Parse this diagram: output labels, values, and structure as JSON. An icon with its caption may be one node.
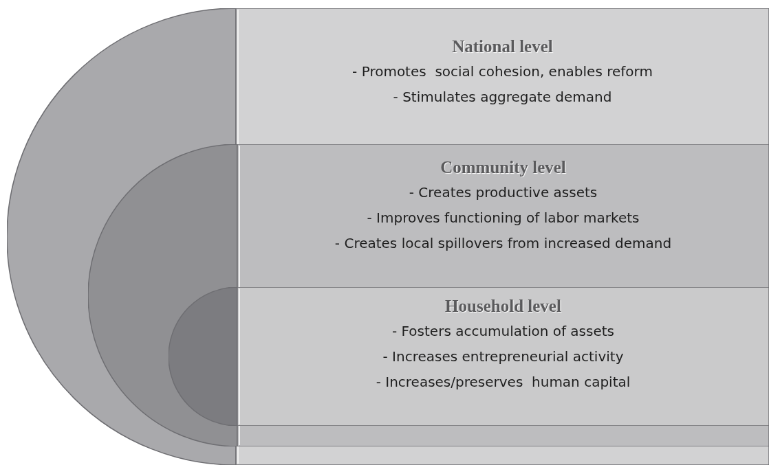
{
  "diagram": {
    "nodes": [
      {
        "text": [
          "National level",
          "- Promotes  social cohesion, enables reform",
          "- Stimulates aggregate demand"
        ]
      },
      {
        "text": [
          "Community level",
          "- Creates productive assets",
          "- Improves functioning of labor markets",
          "- Creates local spillovers from increased demand"
        ],
        "in": 0
      },
      {
        "text": [
          "Household level",
          "- Fosters accumulation of assets",
          "- Increases entrepreneurial activity",
          "- Increases/preserves  human capital"
        ],
        "in": 1
      }
    ]
  }
}
